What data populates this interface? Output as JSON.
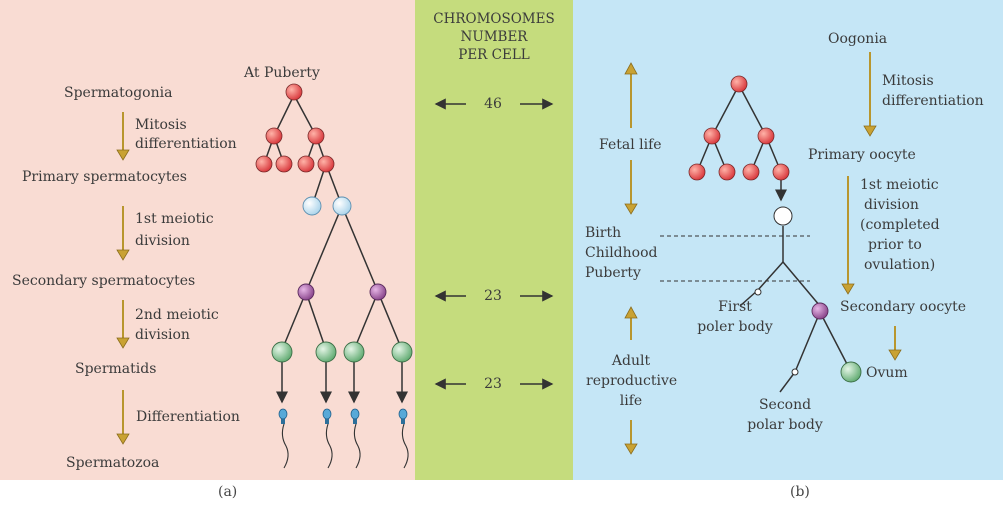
{
  "middle": {
    "header_lines": [
      "CHROMOSOMES",
      "NUMBER",
      "PER CELL"
    ],
    "counts": [
      "46",
      "23",
      "23"
    ]
  },
  "panel_a": {
    "caption": "(a)",
    "at_puberty": "At Puberty",
    "stages": {
      "spermatogonia": "Spermatogonia",
      "primary": "Primary spermatocytes",
      "secondary": "Secondary spermatocytes",
      "spermatids": "Spermatids",
      "spermatozoa": "Spermatozoa"
    },
    "steps": {
      "mitosis": "Mitosis",
      "differentiation1": "differentiation",
      "meiotic1_a": "1st meiotic",
      "meiotic1_b": "division",
      "meiotic2_a": "2nd meiotic",
      "meiotic2_b": "division",
      "differentiation2": "Differentiation"
    }
  },
  "panel_b": {
    "caption": "(b)",
    "oogonia": "Oogonia",
    "mitosis": "Mitosis",
    "differentiation": "differentiation",
    "primary_oocyte": "Primary oocyte",
    "meiotic1_lines": [
      "1st meiotic",
      "division",
      "(completed",
      "prior to",
      "ovulation)"
    ],
    "secondary_oocyte": "Secondary oocyte",
    "ovum": "Ovum",
    "first_polar_lines": [
      "First",
      "poler body"
    ],
    "second_polar_lines": [
      "Second",
      "polar body"
    ],
    "fetal_life": "Fetal life",
    "birth": "Birth",
    "childhood": "Childhood",
    "puberty": "Puberty",
    "adult_lines": [
      "Adult",
      "reproductive",
      "life"
    ]
  },
  "colors": {
    "panel_a_bg": "#f9dcd3",
    "panel_mid_bg": "#c5dc7d",
    "panel_b_bg": "#c5e6f6",
    "red_cell": "#e0484a",
    "pale_blue_cell": "#d8eef8",
    "purple_cell": "#9b4fa0",
    "green_cell": "#8cc69a",
    "gold_arrow": "#b8962e"
  }
}
